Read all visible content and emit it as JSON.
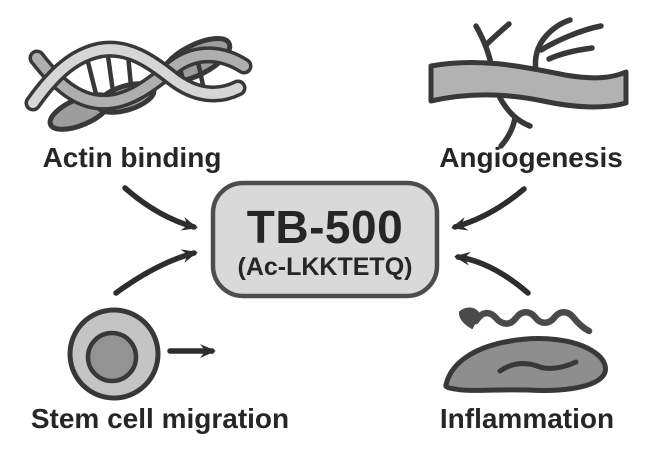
{
  "diagram": {
    "center": {
      "title": "TB-500",
      "subtitle": "(Ac-LKKTETQ)"
    },
    "nodes": [
      {
        "id": "actin-binding",
        "label": "Actin binding",
        "icon": "actin-filament-icon",
        "position": "top-left"
      },
      {
        "id": "angiogenesis",
        "label": "Angiogenesis",
        "icon": "blood-vessel-icon",
        "position": "top-right"
      },
      {
        "id": "stem-cell-migration",
        "label": "Stem cell migration",
        "icon": "stem-cell-icon",
        "position": "bottom-left"
      },
      {
        "id": "inflammation",
        "label": "Inflammation",
        "icon": "inflamed-cell-icon",
        "position": "bottom-right"
      }
    ],
    "arrows": [
      {
        "from": "actin-binding",
        "to": "center"
      },
      {
        "from": "angiogenesis",
        "to": "center"
      },
      {
        "from": "stem-cell-migration",
        "to": "center"
      },
      {
        "from": "inflammation",
        "to": "center"
      },
      {
        "from": "stem-cell-icon",
        "to": "right",
        "style": "straight"
      }
    ],
    "colors": {
      "background": "#ffffff",
      "ink": "#383838",
      "arrow": "#2d2d2d",
      "text": "#262626",
      "box_fill": "#d9d9d9",
      "box_border": "#4d4d4d",
      "light_gray": "#d6d6d6",
      "mid_gray": "#b2b2b2",
      "gray": "#9d9d9d",
      "dark_gray": "#8e8e8e"
    }
  }
}
